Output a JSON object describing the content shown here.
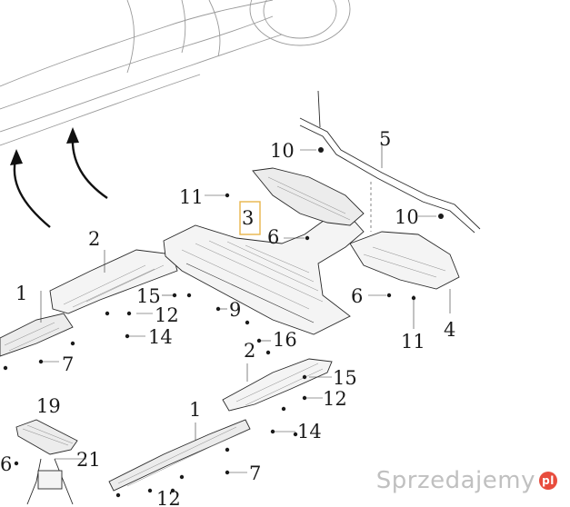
{
  "callouts": {
    "c1_top": "1",
    "c2_top": "2",
    "c3": "3",
    "c4": "4",
    "c5": "5",
    "c6_mid": "6",
    "c6_right": "6",
    "c7_top": "7",
    "c9": "9",
    "c10_top": "10",
    "c10_right": "10",
    "c11_top": "11",
    "c11_right": "11",
    "c12_top": "12",
    "c14_top": "14",
    "c15_top": "15",
    "c16": "16",
    "c2_low": "2",
    "c15_low": "15",
    "c12_low": "12",
    "c14_low": "14",
    "c1_low": "1",
    "c7_low": "7",
    "c19": "19",
    "c21": "21",
    "c6_low": "6",
    "c12_bottom": "12"
  },
  "highlight_color": "#e8b54a",
  "watermark": {
    "text": "Sprzedajemy",
    "logo_letter": "pl",
    "logo_color": "#e84c3d"
  }
}
